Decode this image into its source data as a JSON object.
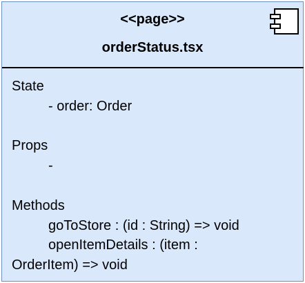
{
  "box": {
    "stereotype": "<<page>>",
    "name": "orderStatus.tsx",
    "icon": "component-icon",
    "fill_color": "#dae8fc",
    "stroke_color": "#6c8ebf"
  },
  "state": {
    "heading": "State",
    "items": [
      "- order: Order"
    ]
  },
  "props": {
    "heading": "Props",
    "items": [
      "-"
    ]
  },
  "methods": {
    "heading": "Methods",
    "items": [
      "goToStore : (id : String) => void",
      "openItemDetails : (item :"
    ],
    "continuation": "OrderItem) => void"
  }
}
